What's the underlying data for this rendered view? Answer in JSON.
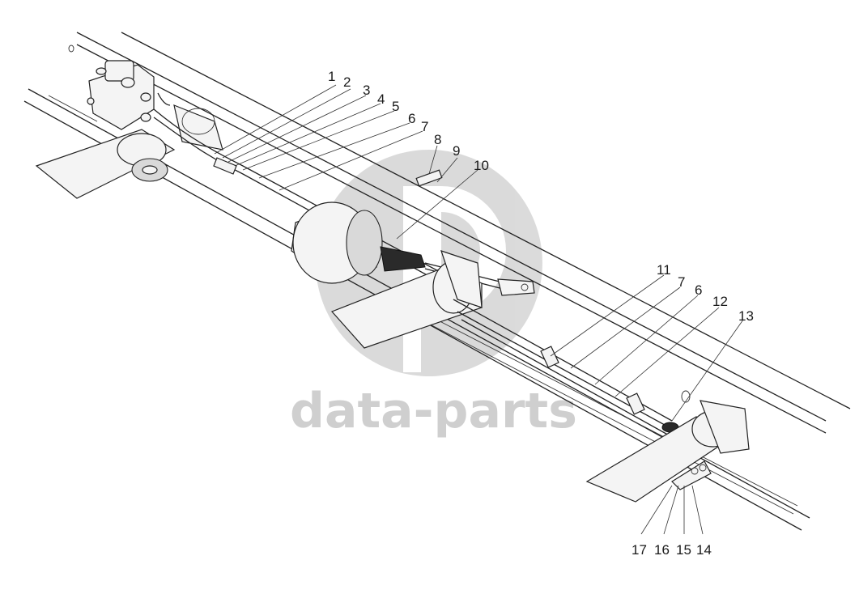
{
  "watermark": {
    "text": "data-parts",
    "color": "#c8c8c8"
  },
  "callouts": {
    "c1": "1",
    "c2": "2",
    "c3": "3",
    "c4": "4",
    "c5": "5",
    "c6": "6",
    "c7": "7",
    "c8": "8",
    "c9": "9",
    "c10": "10",
    "c11": "11",
    "c7b": "7",
    "c6b": "6",
    "c12": "12",
    "c13": "13",
    "c14": "14",
    "c15": "15",
    "c16": "16",
    "c17": "17"
  }
}
